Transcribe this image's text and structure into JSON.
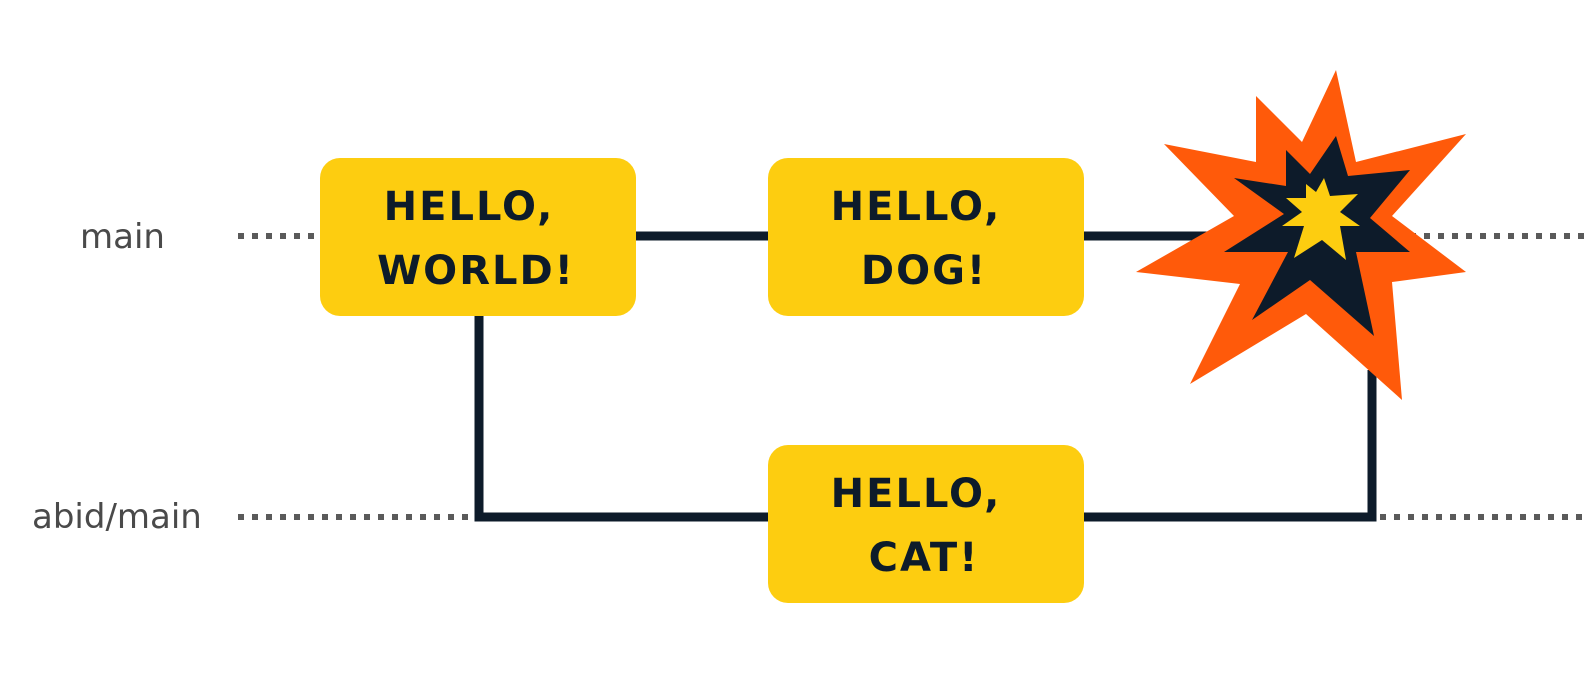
{
  "colors": {
    "background": "#ffffff",
    "label_text": "#4a4a4a",
    "dotted_line": "#5a5a5a",
    "connector": "#0d1b2a",
    "commit_fill": "#fdcd10",
    "commit_text": "#0d1b2a",
    "explosion_outer": "#ff5a0a",
    "explosion_middle": "#0d1b2a",
    "explosion_inner": "#fdcd10"
  },
  "branches": {
    "main": {
      "label": "main"
    },
    "feature": {
      "label": "abid/main"
    }
  },
  "commits": {
    "world": {
      "line1": "HELLO,",
      "line2": "WORLD!"
    },
    "dog": {
      "line1": "HELLO,",
      "line2": "DOG!"
    },
    "cat": {
      "line1": "HELLO,",
      "line2": "CAT!"
    }
  },
  "merge_conflict": {
    "icon": "explosion-icon"
  }
}
